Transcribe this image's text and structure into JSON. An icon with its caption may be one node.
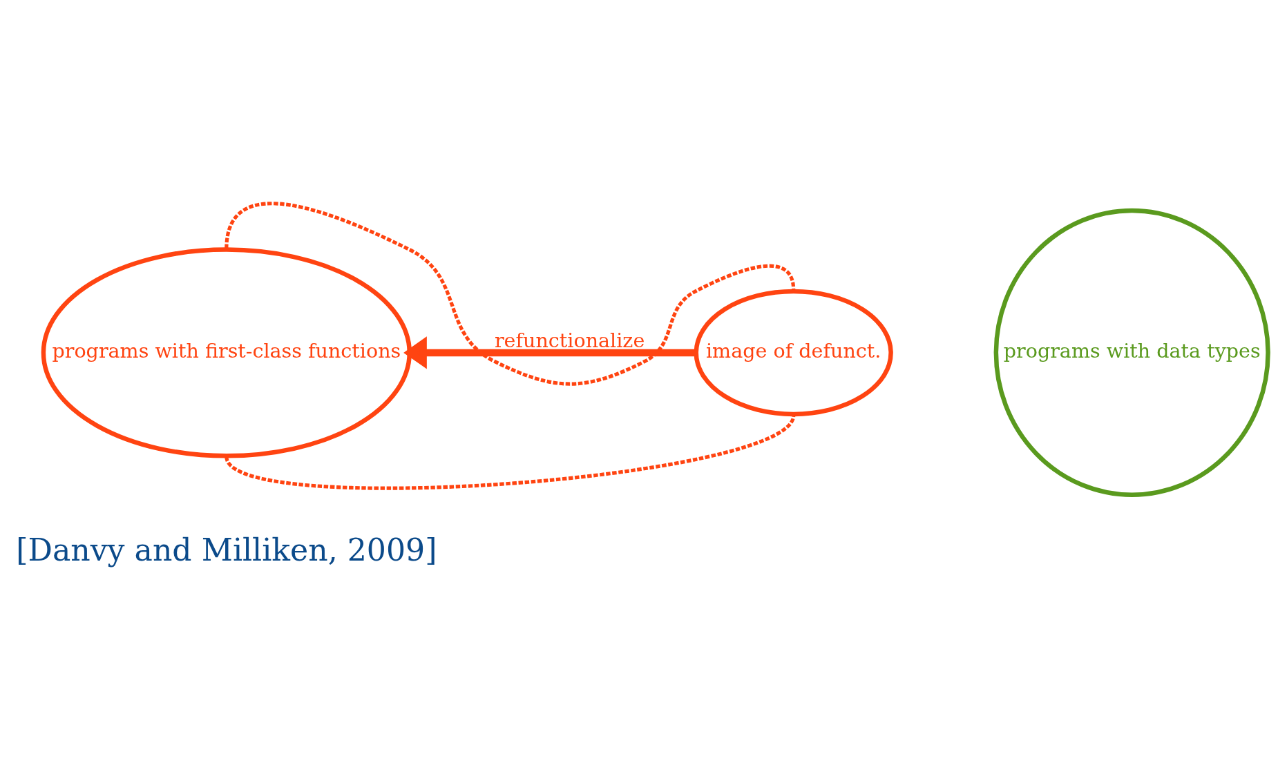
{
  "diagram": {
    "nodes": [
      {
        "text": [
          "programs with first-class functions"
        ]
      },
      {
        "text": [
          "programs with data types"
        ]
      },
      {
        "text": [
          "image of defunct."
        ]
      }
    ],
    "edges": [
      {
        "from": 2,
        "to": 0,
        "arrow": "to",
        "label": "refunctionalize",
        "style": "thick"
      },
      {
        "from": 0,
        "to": 2,
        "arrow": "none",
        "style": "dashed"
      },
      {
        "from": 0,
        "to": 2,
        "arrow": "none",
        "style": "dashed"
      }
    ],
    "labels": [
      "[Danvy and Milliken, 2009]"
    ]
  }
}
